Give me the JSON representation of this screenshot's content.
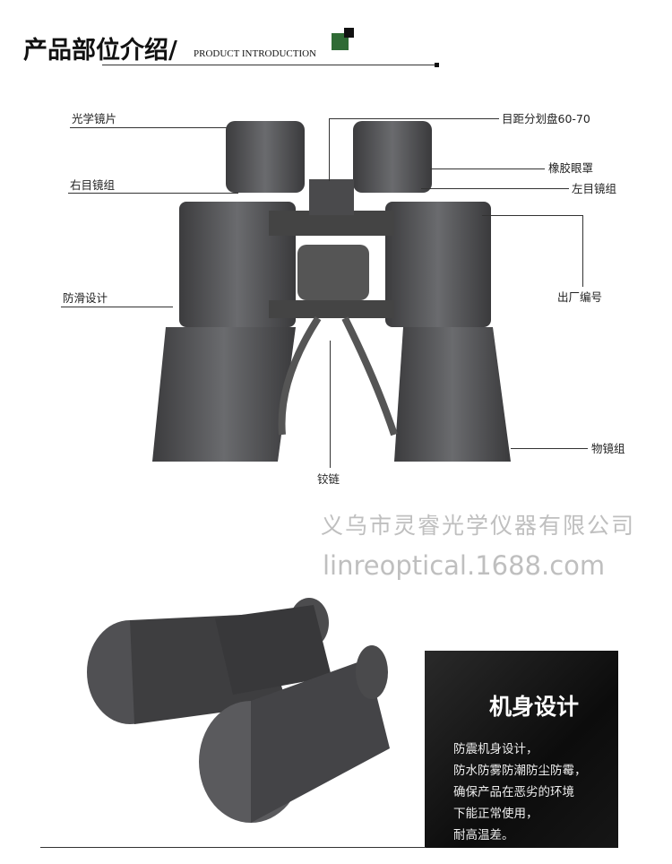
{
  "header": {
    "title_cn": "产品部位介绍/",
    "title_en": "PRODUCT INTRODUCTION",
    "accent_color": "#2f6b35"
  },
  "labels": {
    "optical_lens": "光学镜片",
    "right_eyepiece": "右目镜组",
    "anti_slip": "防滑设计",
    "ipd_dial": "目距分划盘60-70",
    "rubber_eyecup": "橡胶眼罩",
    "left_eyepiece": "左目镜组",
    "serial_number": "出厂编号",
    "objective": "物镜组",
    "hinge": "铰链"
  },
  "panel": {
    "title": "机身设计",
    "lines": [
      "防震机身设计，",
      "防水防雾防潮防尘防霉，",
      "确保产品在恶劣的环境",
      "下能正常使用，",
      "耐高温差。"
    ]
  },
  "watermark": {
    "company": "义乌市灵睿光学仪器有限公司",
    "site": "linreoptical.1688.com"
  }
}
